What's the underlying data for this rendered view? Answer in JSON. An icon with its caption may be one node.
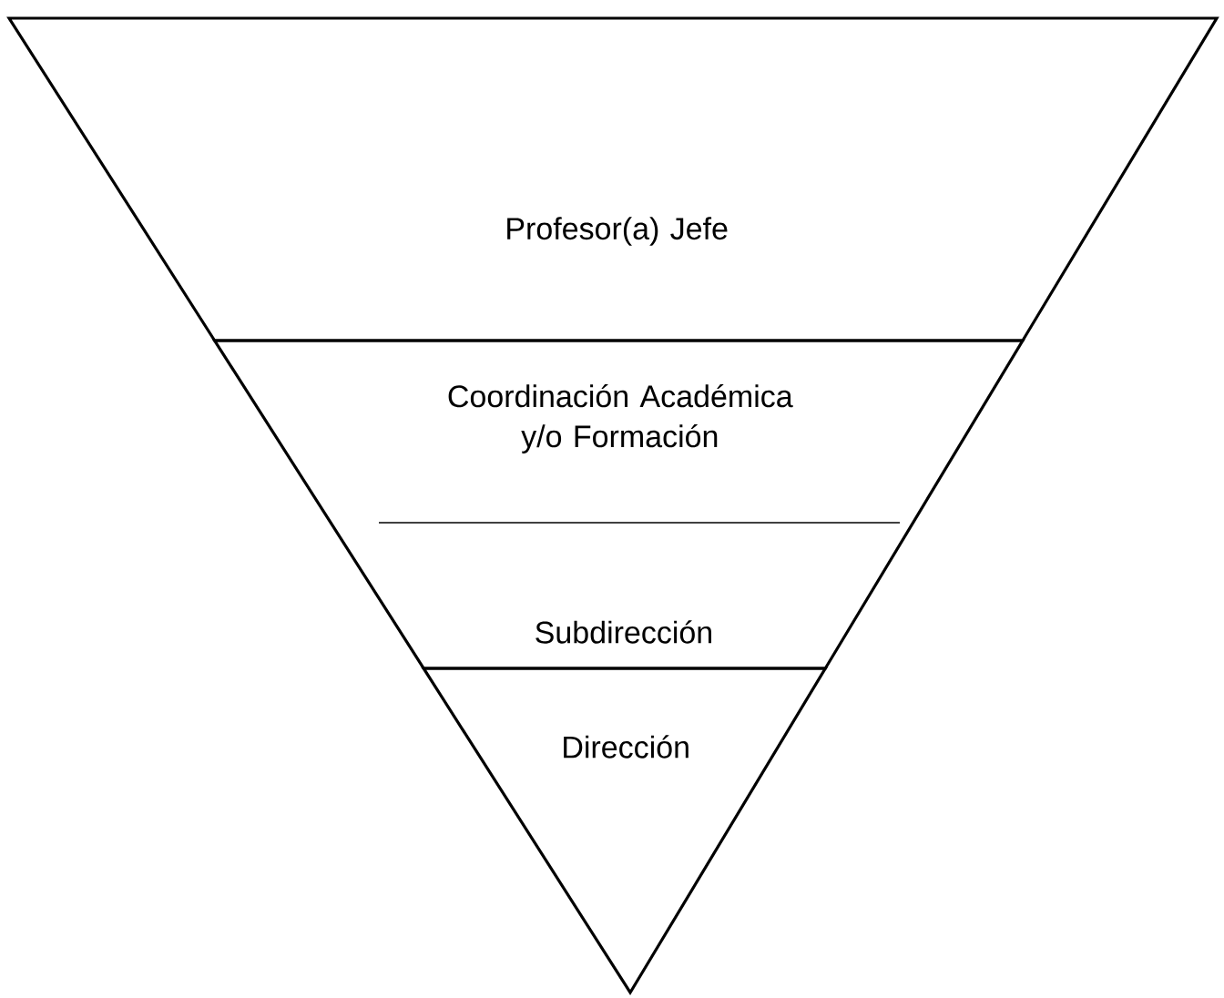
{
  "diagram": {
    "nodes": [
      {
        "text": [
          "Profesor(a) Jefe"
        ]
      },
      {
        "text": [
          "Coordinación Académica y/o Formación",
          "Subdirección"
        ]
      },
      {
        "text": [
          "Dirección"
        ]
      }
    ]
  }
}
